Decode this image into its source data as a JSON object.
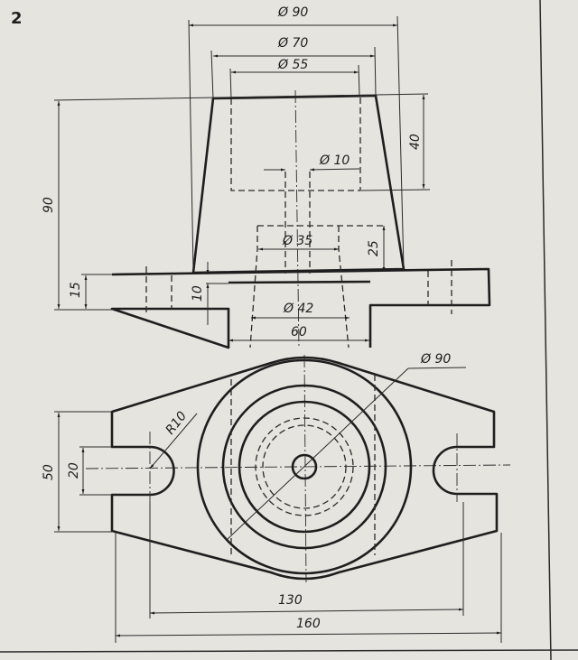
{
  "figure_number": "2",
  "front_view": {
    "dims": {
      "d_outer_top": "Ø 90",
      "d_taper_top": "Ø 70",
      "d_cavity": "Ø 55",
      "d_hole": "Ø 10",
      "d_lower_bore": "Ø 35",
      "d_boss_bore": "Ø 42",
      "boss_width": "60",
      "total_height": "90",
      "cavity_depth": "40",
      "lower_bore_depth": "25",
      "flange_thickness": "15",
      "boss_projection": "10"
    }
  },
  "top_view": {
    "dims": {
      "d_outer": "Ø 90",
      "slot_radius": "R10",
      "overall_height": "50",
      "slot_width": "20",
      "slot_spacing": "130",
      "overall_length": "160"
    }
  }
}
